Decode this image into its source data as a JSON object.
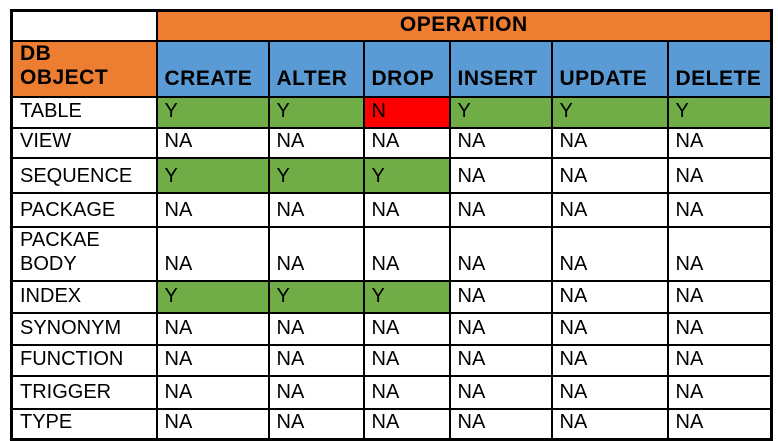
{
  "colors": {
    "banner_orange": "#ED7D31",
    "header_blue": "#5B9BD5",
    "yes_green": "#70AD47",
    "no_red": "#FF0000",
    "cell_white": "#FFFFFF",
    "border_black": "#000000"
  },
  "chart_data": {
    "type": "table",
    "title": "OPERATION",
    "row_header_label": "DB\nOBJECT",
    "columns": [
      "CREATE",
      "ALTER",
      "DROP",
      "INSERT",
      "UPDATE",
      "DELETE"
    ],
    "rows": [
      {
        "label": "TABLE",
        "cells": [
          {
            "t": "Y",
            "c": "green"
          },
          {
            "t": "Y",
            "c": "green"
          },
          {
            "t": "N",
            "c": "red"
          },
          {
            "t": "Y",
            "c": "green"
          },
          {
            "t": "Y",
            "c": "green"
          },
          {
            "t": "Y",
            "c": "green"
          }
        ]
      },
      {
        "label": "VIEW",
        "cells": [
          {
            "t": "NA",
            "c": "white"
          },
          {
            "t": "NA",
            "c": "white"
          },
          {
            "t": "NA",
            "c": "white"
          },
          {
            "t": "NA",
            "c": "white"
          },
          {
            "t": "NA",
            "c": "white"
          },
          {
            "t": "NA",
            "c": "white"
          }
        ]
      },
      {
        "label": "SEQUENCE",
        "cells": [
          {
            "t": "Y",
            "c": "green"
          },
          {
            "t": "Y",
            "c": "green"
          },
          {
            "t": "Y",
            "c": "green"
          },
          {
            "t": "NA",
            "c": "white"
          },
          {
            "t": "NA",
            "c": "white"
          },
          {
            "t": "NA",
            "c": "white"
          }
        ]
      },
      {
        "label": "PACKAGE",
        "cells": [
          {
            "t": "NA",
            "c": "white"
          },
          {
            "t": "NA",
            "c": "white"
          },
          {
            "t": "NA",
            "c": "white"
          },
          {
            "t": "NA",
            "c": "white"
          },
          {
            "t": "NA",
            "c": "white"
          },
          {
            "t": "NA",
            "c": "white"
          }
        ]
      },
      {
        "label": "PACKAE\nBODY",
        "cells": [
          {
            "t": "NA",
            "c": "white"
          },
          {
            "t": "NA",
            "c": "white"
          },
          {
            "t": "NA",
            "c": "white"
          },
          {
            "t": "NA",
            "c": "white"
          },
          {
            "t": "NA",
            "c": "white"
          },
          {
            "t": "NA",
            "c": "white"
          }
        ]
      },
      {
        "label": "INDEX",
        "cells": [
          {
            "t": "Y",
            "c": "green"
          },
          {
            "t": "Y",
            "c": "green"
          },
          {
            "t": "Y",
            "c": "green"
          },
          {
            "t": "NA",
            "c": "white"
          },
          {
            "t": "NA",
            "c": "white"
          },
          {
            "t": "NA",
            "c": "white"
          }
        ]
      },
      {
        "label": "SYNONYM",
        "cells": [
          {
            "t": "NA",
            "c": "white"
          },
          {
            "t": "NA",
            "c": "white"
          },
          {
            "t": "NA",
            "c": "white"
          },
          {
            "t": "NA",
            "c": "white"
          },
          {
            "t": "NA",
            "c": "white"
          },
          {
            "t": "NA",
            "c": "white"
          }
        ]
      },
      {
        "label": "FUNCTION",
        "cells": [
          {
            "t": "NA",
            "c": "white"
          },
          {
            "t": "NA",
            "c": "white"
          },
          {
            "t": "NA",
            "c": "white"
          },
          {
            "t": "NA",
            "c": "white"
          },
          {
            "t": "NA",
            "c": "white"
          },
          {
            "t": "NA",
            "c": "white"
          }
        ]
      },
      {
        "label": "TRIGGER",
        "cells": [
          {
            "t": "NA",
            "c": "white"
          },
          {
            "t": "NA",
            "c": "white"
          },
          {
            "t": "NA",
            "c": "white"
          },
          {
            "t": "NA",
            "c": "white"
          },
          {
            "t": "NA",
            "c": "white"
          },
          {
            "t": "NA",
            "c": "white"
          }
        ]
      },
      {
        "label": "TYPE",
        "cells": [
          {
            "t": "NA",
            "c": "white"
          },
          {
            "t": "NA",
            "c": "white"
          },
          {
            "t": "NA",
            "c": "white"
          },
          {
            "t": "NA",
            "c": "white"
          },
          {
            "t": "NA",
            "c": "white"
          },
          {
            "t": "NA",
            "c": "white"
          }
        ]
      }
    ]
  }
}
